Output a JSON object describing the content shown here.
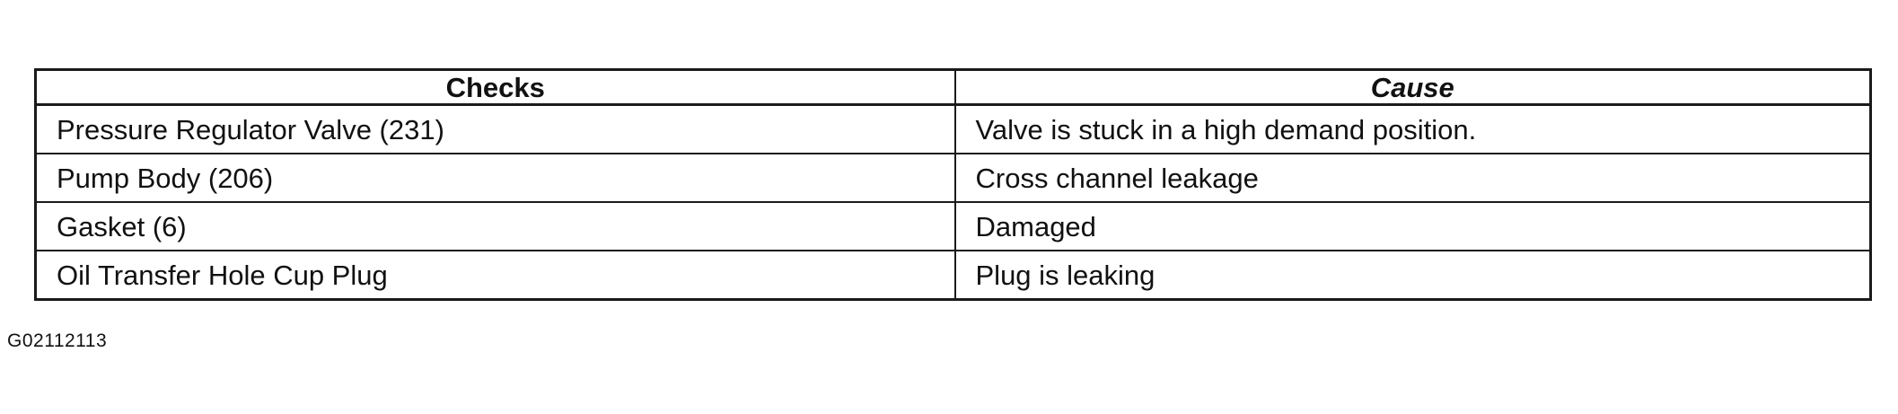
{
  "table": {
    "headers": [
      "Checks",
      "Cause"
    ],
    "rows": [
      [
        "Pressure Regulator Valve (231)",
        "Valve is stuck in a high demand position."
      ],
      [
        "Pump Body (206)",
        "Cross channel leakage"
      ],
      [
        "Gasket (6)",
        "Damaged"
      ],
      [
        "Oil Transfer Hole Cup Plug",
        "Plug is leaking"
      ]
    ]
  },
  "figure_id": "G02112113"
}
